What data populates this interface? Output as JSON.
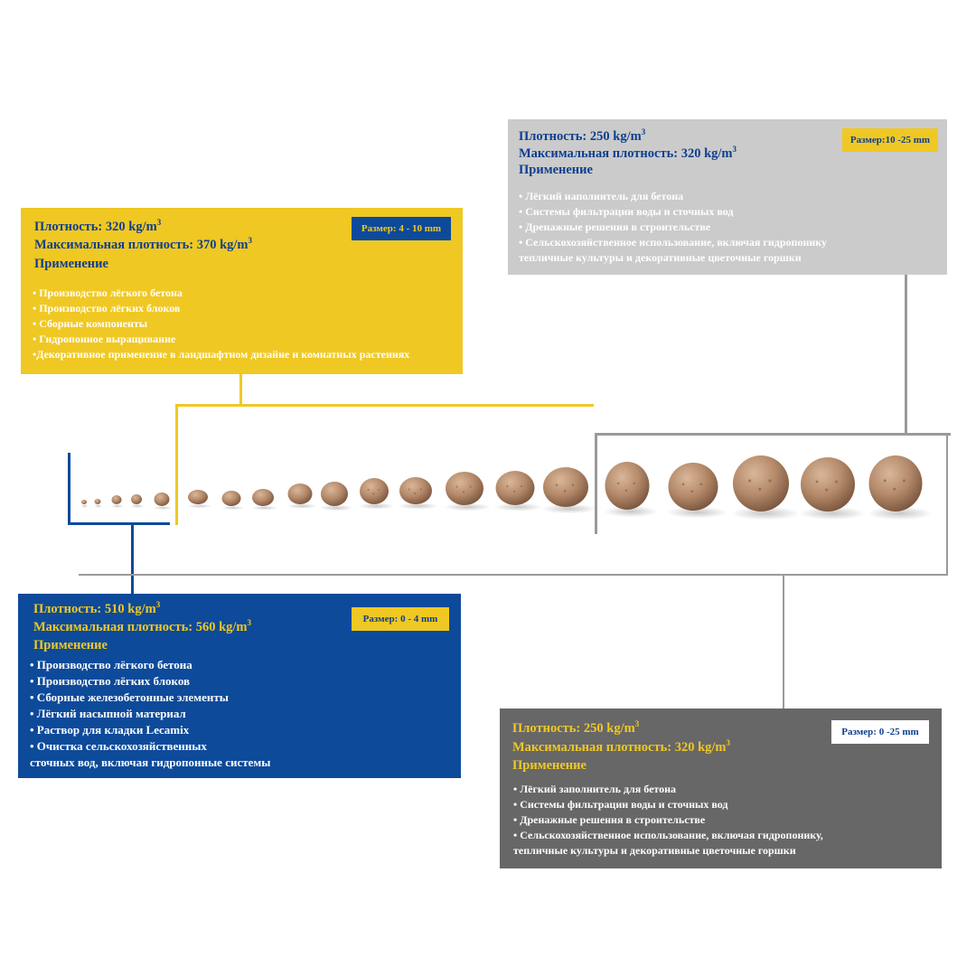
{
  "boxes": {
    "yellow": {
      "density_label": "Плотность:",
      "density_value": "320 kg/m",
      "max_label": "Максимальная плотность:",
      "max_value": "370 kg/m",
      "sup": "3",
      "application": "Применение",
      "size_label": "Размер:",
      "size_value": "4 - 10 mm",
      "bullets": [
        "• Производство лёгкого бетона",
        "• Производство лёгких блоков",
        "• Сборные компоненты",
        "• Гидропонное выращивание",
        "•Декоративное применение в ландшафтном дизайне и комнатных растениях"
      ]
    },
    "lightgray": {
      "density_label": "Плотность:",
      "density_value": "250 kg/m",
      "max_label": "Максимальная плотность:",
      "max_value": "320 kg/m",
      "sup": "3",
      "application": "Применение",
      "size_label": "Размер:",
      "size_value": "10 -25 mm",
      "bullets": [
        "• Лёгкий наполнитель для бетона",
        "• Системы фильтрации воды и сточных вод",
        "• Дренажные решения в строительстве",
        "• Сельскохозяйственное использование, включая гидропонику",
        "тепличные культуры и декоративные цветочные горшки"
      ]
    },
    "blue": {
      "density_label": "Плотность:",
      "density_value": "510 kg/m",
      "max_label": "Максимальная плотность:",
      "max_value": "560 kg/m",
      "sup": "3",
      "application": "Применение",
      "size_label": "Размер:",
      "size_value": "0 - 4 mm",
      "bullets": [
        "• Производство лёгкого бетона",
        "• Производство лёгких блоков",
        "• Сборные железобетонные элементы",
        "• Лёгкий насыпной материал",
        "• Раствор для кладки Lecamix",
        "• Очистка сельскохозяйственных",
        "сточных вод, включая гидропонные системы"
      ]
    },
    "darkgray": {
      "density_label": "Плотность:",
      "density_value": "250 kg/m",
      "max_label": "Максимальная плотность:",
      "max_value": "320 kg/m",
      "sup": "3",
      "application": "Применение",
      "size_label": "Размер:",
      "size_value": "0 -25 mm",
      "bullets": [
        "• Лёгкий заполнитель для бетона",
        "• Системы фильтрации воды и сточных вод",
        "• Дренажные решения в строительстве",
        "• Сельскохозяйственное использование, включая гидропонику,",
        "тепличные культуры и декоративные цветочные горшки"
      ]
    }
  },
  "colors": {
    "yellow": "#f0c823",
    "blue": "#0d4a9a",
    "lightgray": "#cbcbcb",
    "darkgray": "#676767",
    "line_gray": "#9a9a9a",
    "pellet": "#b48a6a",
    "pellet_dark": "#8a6249"
  }
}
